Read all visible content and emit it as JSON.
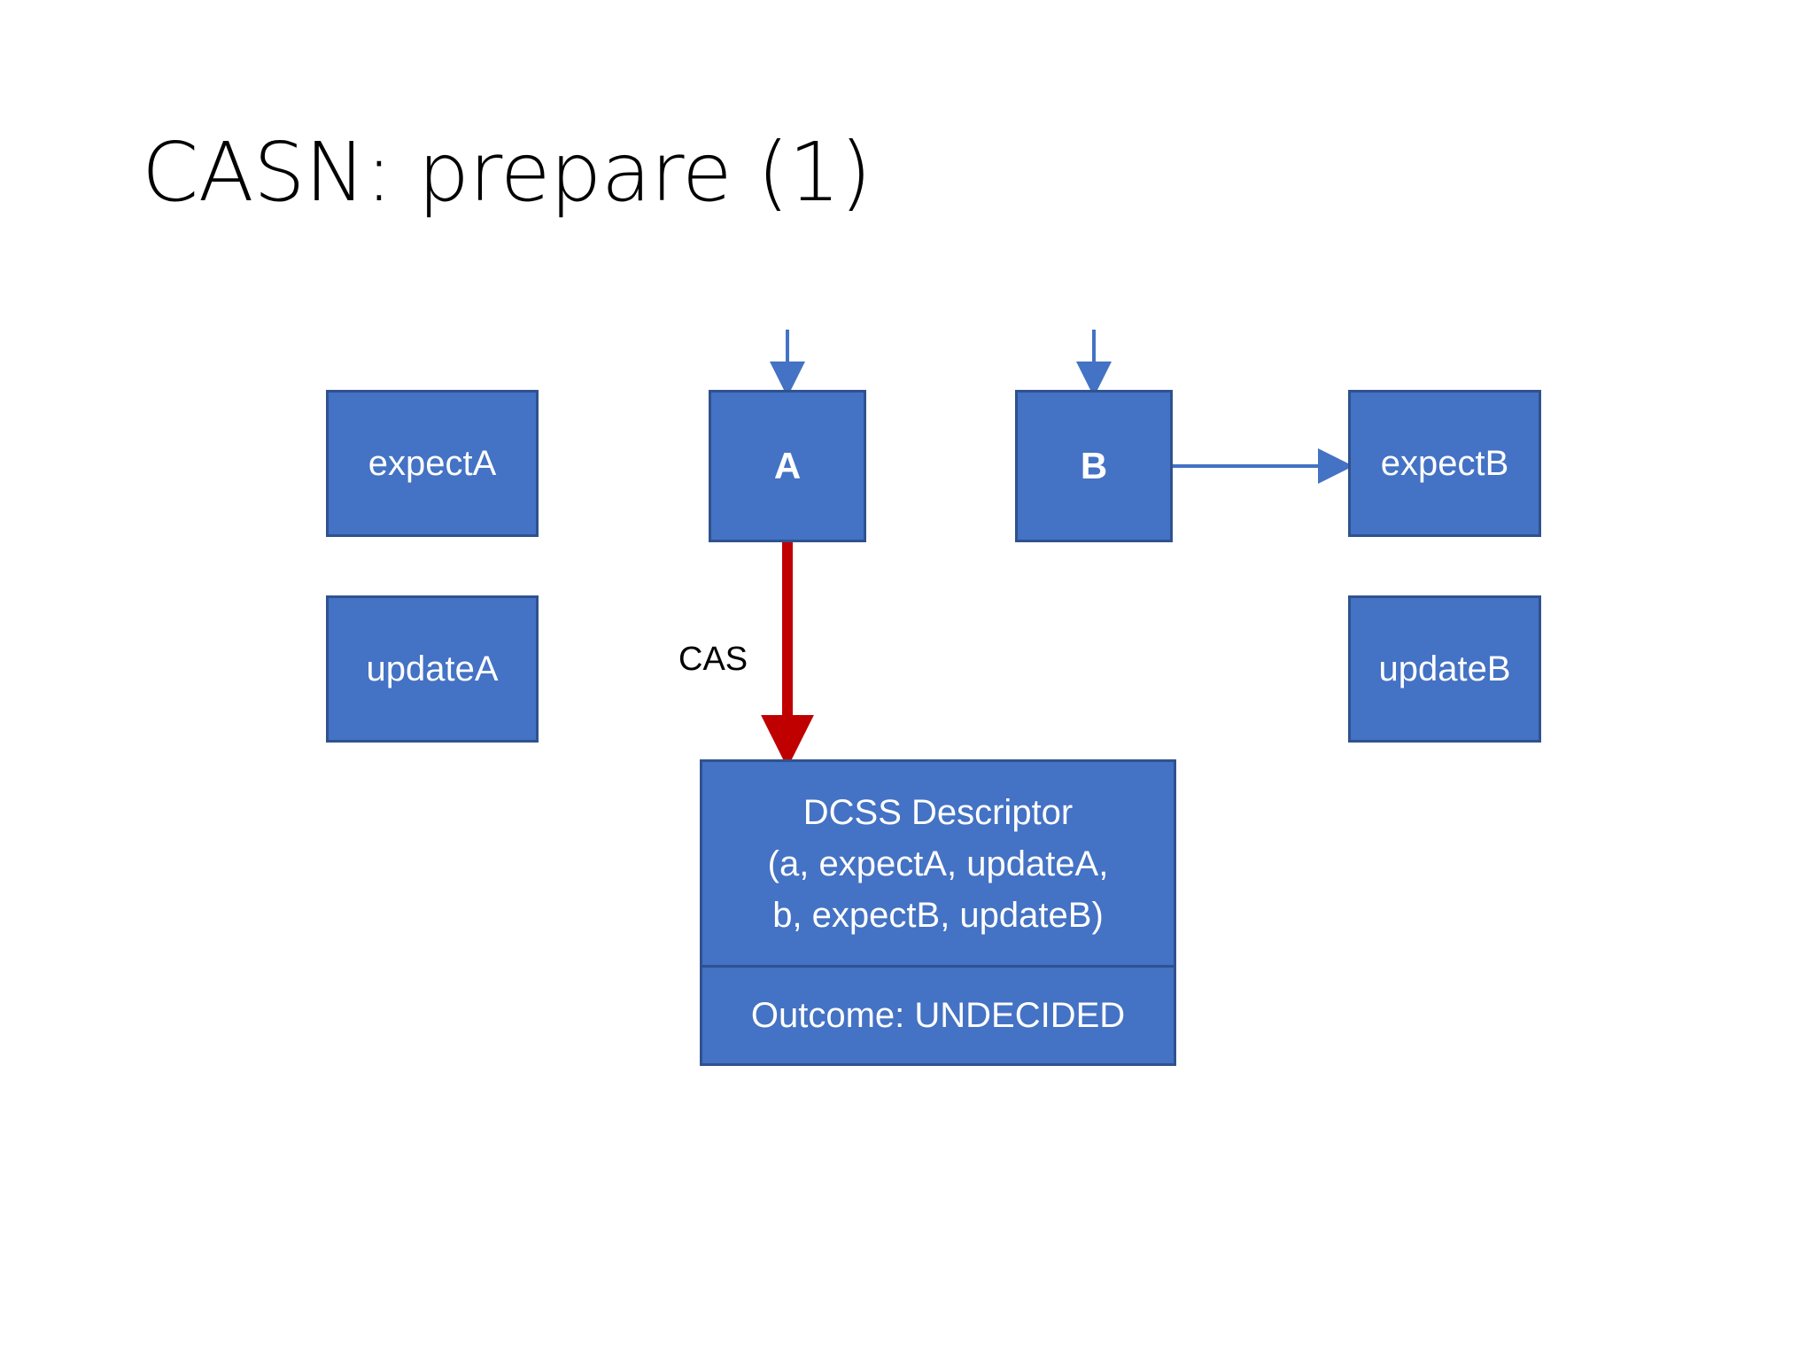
{
  "slide": {
    "title": "CASN: prepare (1)",
    "background_color": "#FFFFFF"
  },
  "theme": {
    "box_fill": "#4472C4",
    "box_border": "#2F528F",
    "box_text": "#FFFFFF",
    "thin_arrow_color": "#4472C4",
    "cas_arrow_color": "#C00000",
    "title_text": "#000000"
  },
  "boxes": {
    "expectA": {
      "label": "expectA"
    },
    "updateA": {
      "label": "updateA"
    },
    "a": {
      "label": "A"
    },
    "b": {
      "label": "B"
    },
    "expectB": {
      "label": "expectB"
    },
    "updateB": {
      "label": "updateB"
    }
  },
  "descriptor": {
    "title": "DCSS Descriptor",
    "args_line1": "(a, expectA, updateA,",
    "args_line2": "b, expectB, updateB)",
    "outcome": "Outcome: UNDECIDED"
  },
  "arrows": {
    "cas_label": "CAS",
    "into_a": "pointer-into-a",
    "into_b": "pointer-into-b",
    "b_to_expectB": "b-to-expectB",
    "a_to_descriptor": "cas-a-to-descriptor"
  }
}
